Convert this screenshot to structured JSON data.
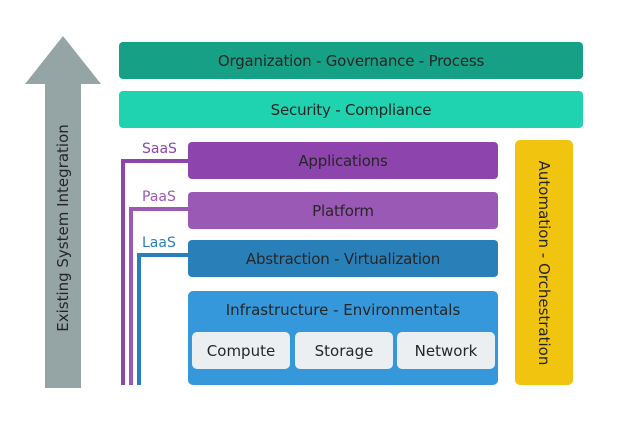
{
  "arrow": {
    "label": "Existing System Integration",
    "color": "#95a5a6"
  },
  "layers": {
    "organization": {
      "label": "Organization - Governance - Process",
      "color": "#16a085"
    },
    "security": {
      "label": "Security - Compliance",
      "color": "#1fd3b1"
    },
    "applications": {
      "label": "Applications",
      "color": "#8e44ad",
      "tag": "SaaS"
    },
    "platform": {
      "label": "Platform",
      "color": "#9b59b6",
      "tag": "PaaS"
    },
    "abstraction": {
      "label": "Abstraction - Virtualization",
      "color": "#2980b9",
      "tag": "LaaS"
    },
    "infrastructure": {
      "label": "Infrastructure - Environmentals",
      "color": "#3498db",
      "components": [
        "Compute",
        "Storage",
        "Network"
      ]
    }
  },
  "side": {
    "label": "Automation - Orchestration",
    "color": "#f1c40f"
  }
}
